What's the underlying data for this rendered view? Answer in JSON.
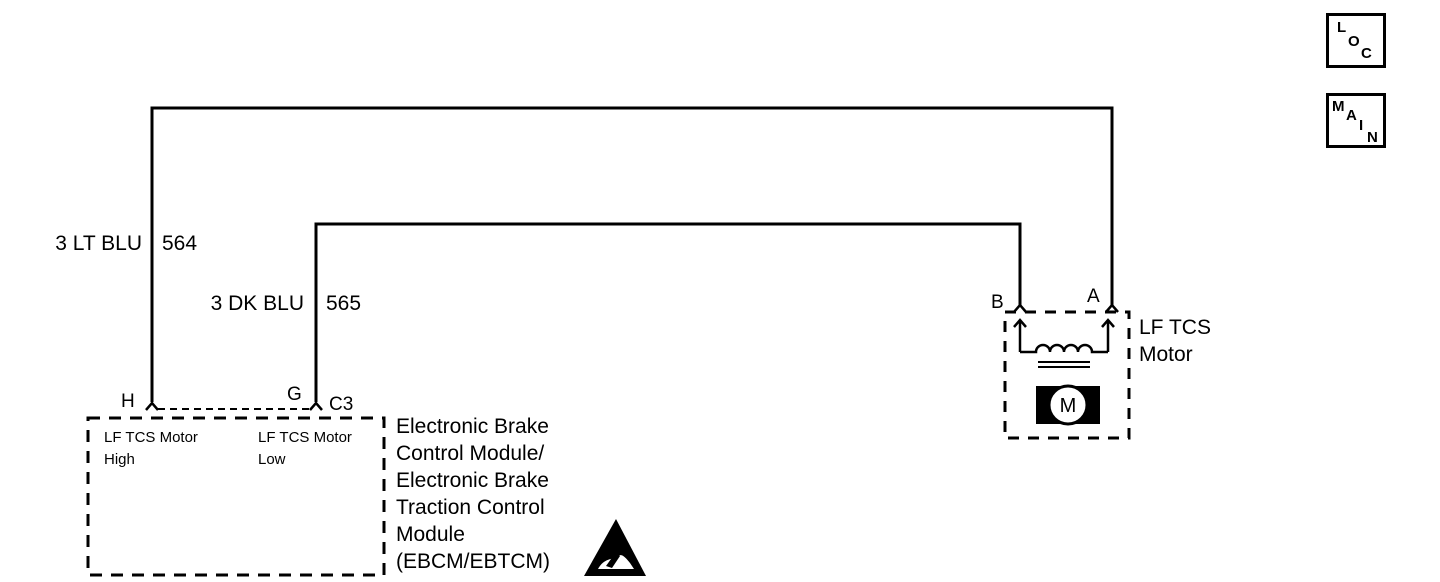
{
  "wires": [
    {
      "gauge_color": "3 LT BLU",
      "circuit": "564"
    },
    {
      "gauge_color": "3 DK BLU",
      "circuit": "565"
    }
  ],
  "ebcm": {
    "connector": "C3",
    "pins": [
      {
        "pin": "H",
        "function_line1": "LF TCS Motor",
        "function_line2": "High"
      },
      {
        "pin": "G",
        "function_line1": "LF TCS Motor",
        "function_line2": "Low"
      }
    ],
    "name_lines": [
      "Electronic Brake",
      "Control Module/",
      "Electronic Brake",
      "Traction Control",
      "Module",
      "(EBCM/EBTCM)"
    ]
  },
  "motor": {
    "pins": [
      "B",
      "A"
    ],
    "name_lines": [
      "LF TCS",
      "Motor"
    ],
    "symbol_label": "M"
  },
  "badges": {
    "loc": [
      "L",
      "O",
      "C"
    ],
    "main": [
      "M",
      "A",
      "I",
      "N"
    ]
  }
}
